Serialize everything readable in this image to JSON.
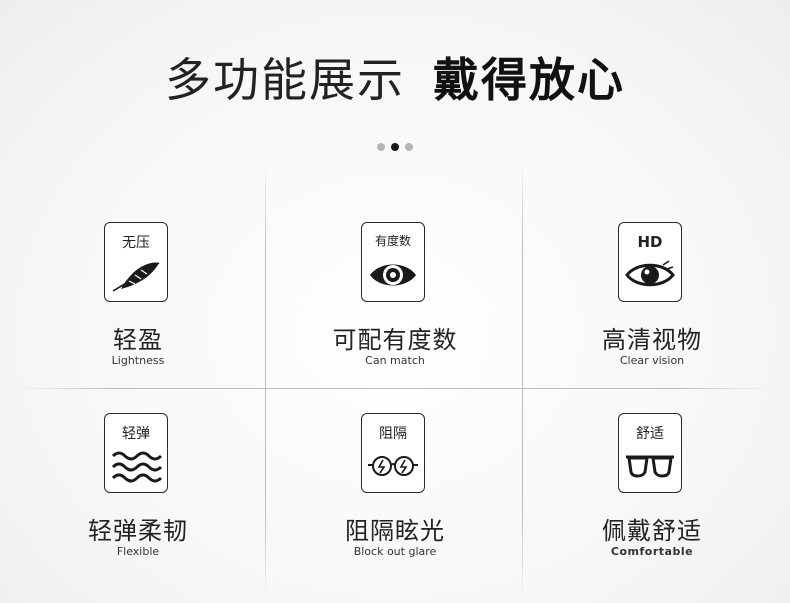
{
  "header": {
    "title_light": "多功能展示",
    "title_bold": "戴得放心"
  },
  "pagination": {
    "count": 3,
    "active_index": 1
  },
  "colors": {
    "ink": "#1f1f1f",
    "divider": "#bdbdbd",
    "dot_inactive": "#b5b5b5",
    "dot_active": "#1a1a1a"
  },
  "features": [
    {
      "tag": "无压",
      "title": "轻盈",
      "subtitle": "Lightness",
      "icon": "feather-icon"
    },
    {
      "tag": "有度数",
      "title": "可配有度数",
      "subtitle": "Can match",
      "icon": "eye-icon"
    },
    {
      "tag": "HD",
      "title": "高清视物",
      "subtitle": "Clear vision",
      "icon": "clear-eye-icon"
    },
    {
      "tag": "轻弹",
      "title": "轻弹柔韧",
      "subtitle": "Flexible",
      "icon": "wave-icon"
    },
    {
      "tag": "阻隔",
      "title": "阻隔眩光",
      "subtitle": "Block out glare",
      "icon": "glare-glasses-icon"
    },
    {
      "tag": "舒适",
      "title": "佩戴舒适",
      "subtitle": "Comfortable",
      "icon": "glasses-icon"
    }
  ]
}
